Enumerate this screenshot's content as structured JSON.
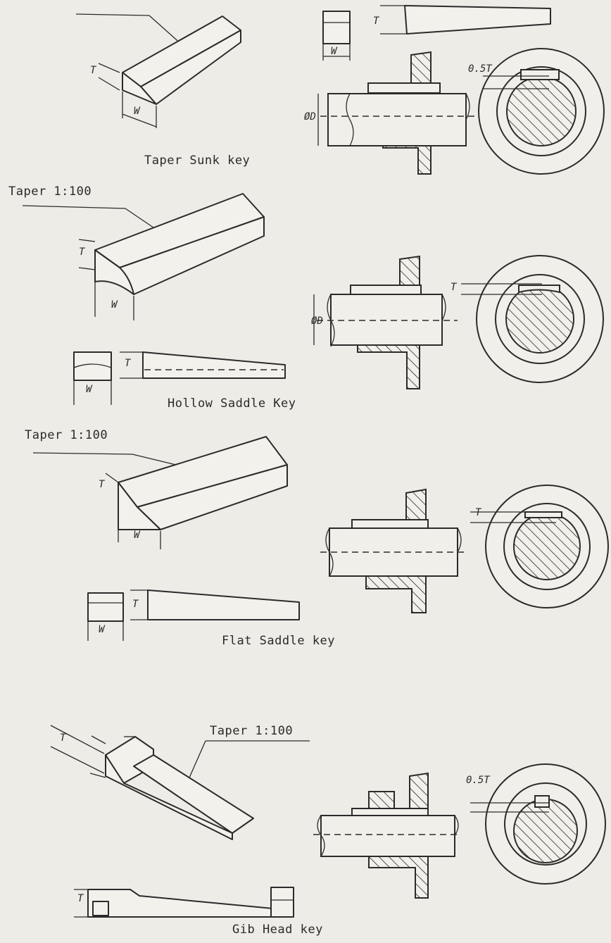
{
  "sections": [
    {
      "name": "Taper Sunk key",
      "taper": ""
    },
    {
      "name": "Hollow Saddle Key",
      "taper": "Taper 1:100"
    },
    {
      "name": "Flat Saddle key",
      "taper": "Taper 1:100"
    },
    {
      "name": "Gib Head key",
      "taper": "Taper 1:100"
    }
  ],
  "dims": {
    "w": "W",
    "t": "T",
    "d": "ØD",
    "half_t": "0.5T"
  }
}
